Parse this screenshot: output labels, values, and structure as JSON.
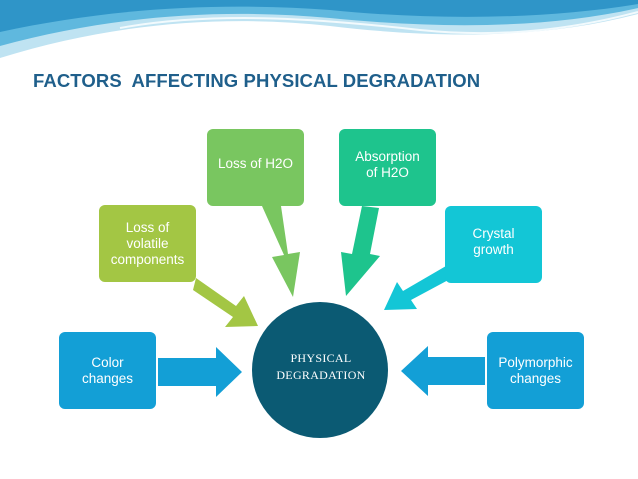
{
  "title": "FACTORS  AFFECTING PHYSICAL DEGRADATION",
  "center": {
    "line1": "PHYSICAL",
    "line2": "DEGRADATION",
    "color": "#0b5a73"
  },
  "factors": [
    {
      "lines": [
        "Color",
        "changes"
      ],
      "color": "#139fd6"
    },
    {
      "lines": [
        "Loss of",
        "volatile",
        "components"
      ],
      "color": "#a3c644"
    },
    {
      "lines": [
        "Loss of H2O"
      ],
      "color": "#79c660"
    },
    {
      "lines": [
        "Absorption",
        "of H2O"
      ],
      "color": "#1ec48d"
    },
    {
      "lines": [
        "Crystal",
        "growth"
      ],
      "color": "#13c6d6"
    },
    {
      "lines": [
        "Polymorphic",
        "changes"
      ],
      "color": "#139fd6"
    }
  ]
}
